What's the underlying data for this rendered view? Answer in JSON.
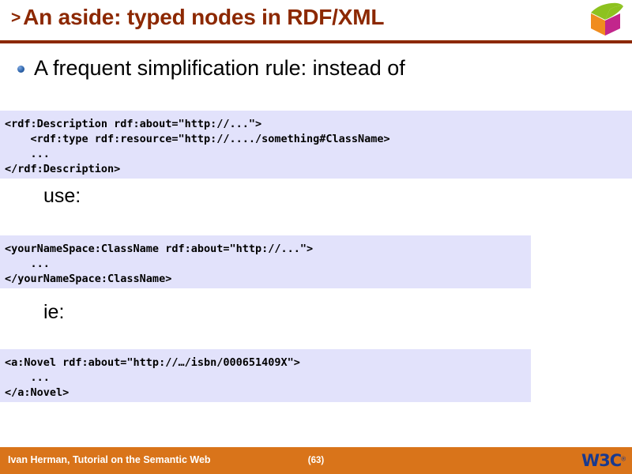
{
  "header": {
    "chevron": ">",
    "title": "An aside: typed nodes in RDF/XML",
    "logo_icon": "w3c-cube-logo",
    "rule_color": "#8C2800",
    "title_color": "#8C2800"
  },
  "body": {
    "bullet_icon": "blue-sphere-bullet",
    "bullet_text": "A frequent simplification rule: instead of",
    "label_use": "use:",
    "label_ie": "ie:",
    "code_blocks": [
      {
        "id": "code-block-1",
        "lines": [
          "<rdf:Description rdf:about=\"http://...\">",
          "    <rdf:type rdf:resource=\"http://..../something#ClassName>",
          "    ...",
          "</rdf:Description>"
        ]
      },
      {
        "id": "code-block-2",
        "lines": [
          "<yourNameSpace:ClassName rdf:about=\"http://...\">",
          "    ...",
          "</yourNameSpace:ClassName>"
        ]
      },
      {
        "id": "code-block-3",
        "lines": [
          "<a:Novel rdf:about=\"http://…/isbn/000651409X\">",
          "    ...",
          "</a:Novel>"
        ]
      }
    ],
    "code_bg_color": "#e2e2fb"
  },
  "footer": {
    "author": "Ivan Herman, Tutorial on the Semantic Web",
    "page_number": "(63)",
    "logo_text": "W3C",
    "logo_reg": "®",
    "bar_color": "#D9741A",
    "logo_color": "#1a3a8f"
  }
}
